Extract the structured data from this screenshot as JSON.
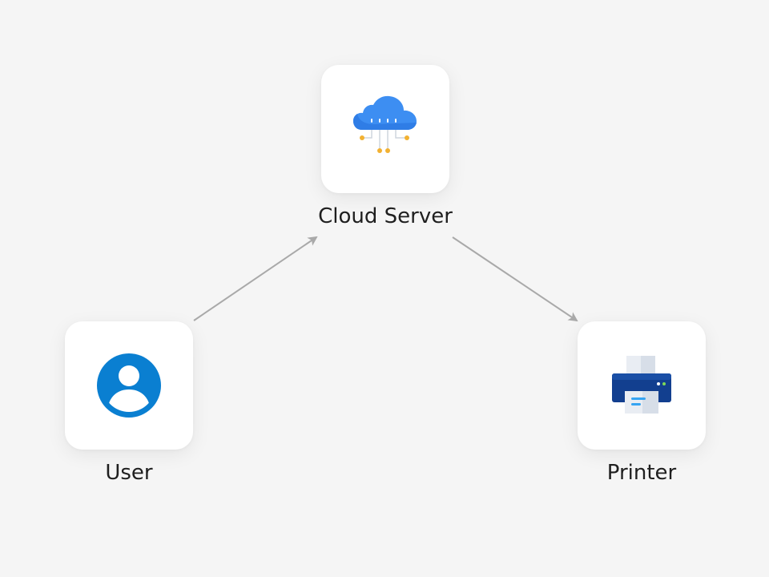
{
  "nodes": {
    "cloud": {
      "label": "Cloud Server",
      "icon": "cloud-server-icon"
    },
    "user": {
      "label": "User",
      "icon": "user-avatar-icon"
    },
    "printer": {
      "label": "Printer",
      "icon": "printer-icon"
    }
  },
  "edges": [
    {
      "from": "User",
      "to": "Cloud Server"
    },
    {
      "from": "Cloud Server",
      "to": "Printer"
    }
  ],
  "colors": {
    "background": "#f5f5f5",
    "card": "#ffffff",
    "arrow": "#a9a9a9",
    "user_blue": "#0a7fd1",
    "cloud_blue": "#3d8ef2",
    "cloud_node": "#f2b132",
    "printer_navy": "#123f8f"
  }
}
